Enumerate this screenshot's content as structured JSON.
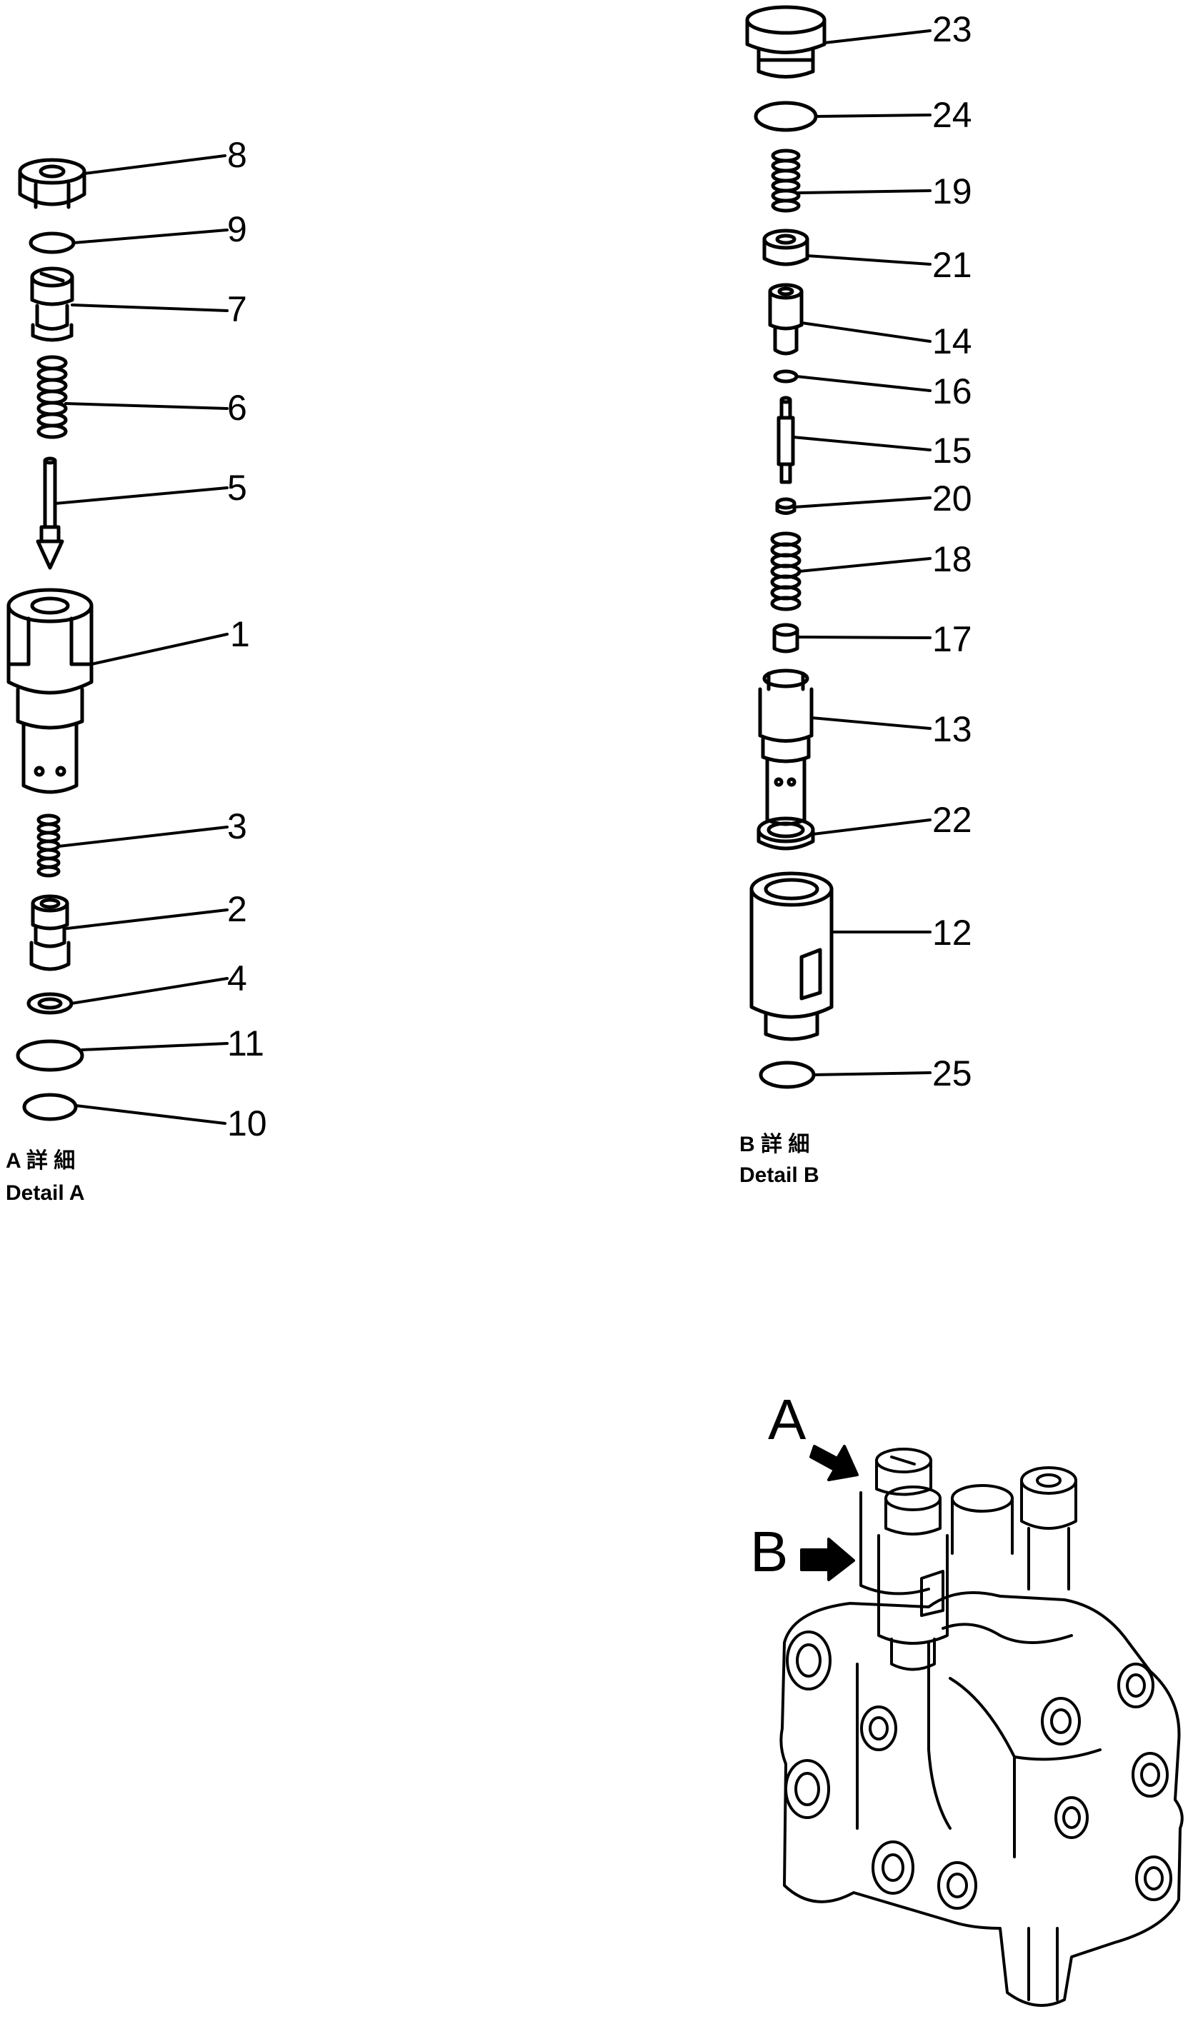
{
  "detail_a": {
    "caption_jp": "A 詳 細",
    "caption_en": "Detail A",
    "parts": [
      "8",
      "9",
      "7",
      "6",
      "5",
      "1",
      "3",
      "2",
      "4",
      "11",
      "10"
    ]
  },
  "detail_b": {
    "caption_jp": "B 詳 細",
    "caption_en": "Detail B",
    "parts": [
      "23",
      "24",
      "19",
      "21",
      "14",
      "16",
      "15",
      "20",
      "18",
      "17",
      "13",
      "22",
      "12",
      "25"
    ]
  },
  "assembly": {
    "arrow_a": "A",
    "arrow_b": "B"
  }
}
